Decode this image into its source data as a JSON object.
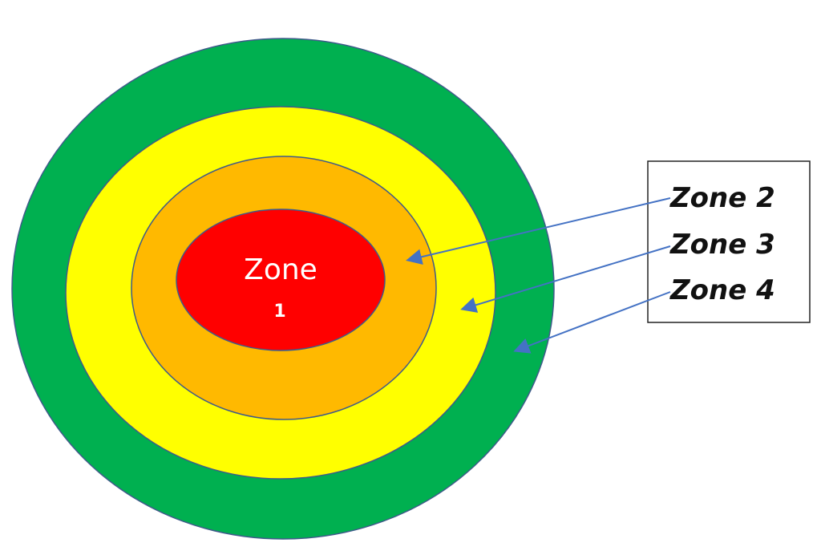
{
  "colors": {
    "zone1": "#ff0000",
    "zone2": "#ffb900",
    "zone3": "#ffff00",
    "zone4": "#00b050",
    "ring_stroke": "#3f5a8a",
    "arrow": "#4472c4",
    "legend_border": "#222222"
  },
  "zones": {
    "zone1": {
      "label_line1": "Zone",
      "label_line2": "1"
    },
    "zone2": {
      "label": "Zone 2"
    },
    "zone3": {
      "label": "Zone 3"
    },
    "zone4": {
      "label": "Zone 4"
    }
  }
}
